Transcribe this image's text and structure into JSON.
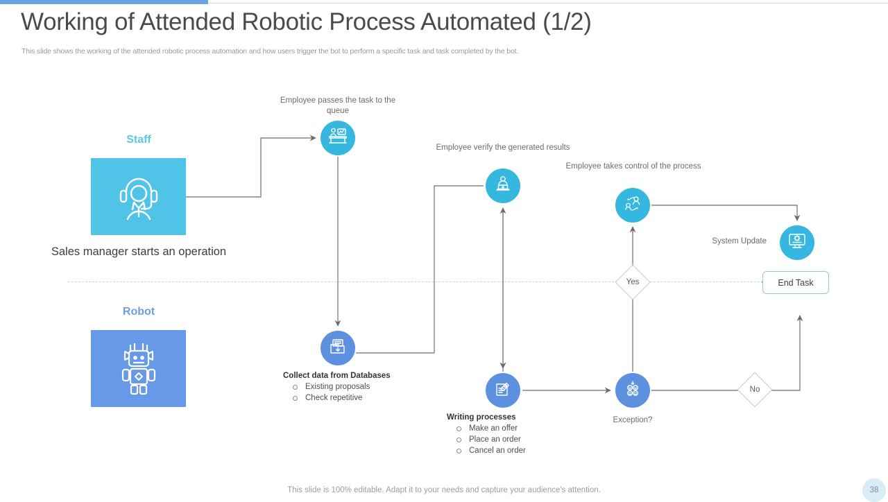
{
  "header": {
    "title": "Working of Attended Robotic Process Automated (1/2)",
    "subtitle": "This slide shows the working of the attended robotic process automation and how users trigger the bot to perform a specific task and task completed by the bot."
  },
  "theme": {
    "accent_bar": "#6BA4DC",
    "cyan": "#4FC3E8",
    "blue": "#6699E8",
    "node_cyan": "#36B7E0",
    "node_blue": "#5E90E0",
    "connector": "#6b6b6b",
    "end_task_border": "#8FC8E4",
    "page_badge_bg": "#D8EDF8"
  },
  "lanes": [
    {
      "id": "staff",
      "label": "Staff",
      "color": "#5BC6E8",
      "icon": "headset-agent-icon"
    },
    {
      "id": "robot",
      "label": "Robot",
      "color": "#6E9FE0",
      "icon": "robot-icon"
    }
  ],
  "staff_caption": "Sales manager starts an operation",
  "nodes": [
    {
      "id": "queue",
      "icon": "person-at-desk-icon",
      "lane": "staff",
      "caption": "Employee passes the task to the queue"
    },
    {
      "id": "verify",
      "icon": "person-at-laptop-icon",
      "lane": "staff",
      "caption": "Employee verify the generated results"
    },
    {
      "id": "control",
      "icon": "handover-process-icon",
      "lane": "staff",
      "caption": "Employee takes control of the process"
    },
    {
      "id": "sysupd",
      "icon": "monitor-gear-icon",
      "lane": "staff",
      "caption": "System Update"
    },
    {
      "id": "collect",
      "icon": "folder-download-icon",
      "lane": "robot",
      "caption": "Collect data from Databases",
      "items": [
        "Existing proposals",
        "Check repetitive"
      ]
    },
    {
      "id": "writing",
      "icon": "document-pen-icon",
      "lane": "robot",
      "caption": "Writing processes",
      "items": [
        "Make an offer",
        "Place an order",
        "Cancel an order"
      ]
    },
    {
      "id": "excep",
      "icon": "four-faces-icon",
      "lane": "robot",
      "caption": "Exception?"
    }
  ],
  "decisions": [
    {
      "id": "yes",
      "label": "Yes"
    },
    {
      "id": "no",
      "label": "No"
    }
  ],
  "end_task_label": "End Task",
  "footer": {
    "note": "This slide is 100% editable. Adapt it to your needs and capture your audience's attention.",
    "page_number": "38"
  }
}
